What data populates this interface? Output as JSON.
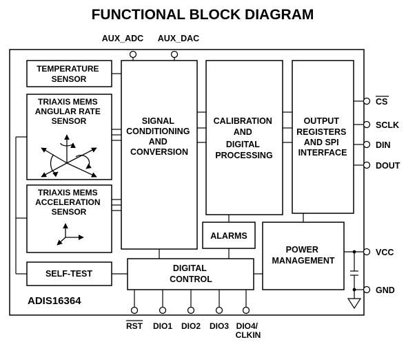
{
  "title": "FUNCTIONAL BLOCK DIAGRAM",
  "chip_name": "ADIS16364",
  "blocks": {
    "temperature": [
      "TEMPERATURE",
      "SENSOR"
    ],
    "gyro": [
      "TRIAXIS MEMS",
      "ANGULAR RATE",
      "SENSOR"
    ],
    "accel": [
      "TRIAXIS MEMS",
      "ACCELERATION",
      "SENSOR"
    ],
    "signal": [
      "SIGNAL",
      "CONDITIONING",
      "AND",
      "CONVERSION"
    ],
    "calibration": [
      "CALIBRATION",
      "AND",
      "DIGITAL",
      "PROCESSING"
    ],
    "output": [
      "OUTPUT",
      "REGISTERS",
      "AND SPI",
      "INTERFACE"
    ],
    "alarms": "ALARMS",
    "power": [
      "POWER",
      "MANAGEMENT"
    ],
    "selftest": "SELF-TEST",
    "digital": [
      "DIGITAL",
      "CONTROL"
    ]
  },
  "pins": {
    "aux_adc": "AUX_ADC",
    "aux_dac": "AUX_DAC",
    "cs": "CS",
    "sclk": "SCLK",
    "din": "DIN",
    "dout": "DOUT",
    "vcc": "VCC",
    "gnd": "GND",
    "rst": "RST",
    "dio1": "DIO1",
    "dio2": "DIO2",
    "dio3": "DIO3",
    "dio4": [
      "DIO4/",
      "CLKIN"
    ]
  }
}
